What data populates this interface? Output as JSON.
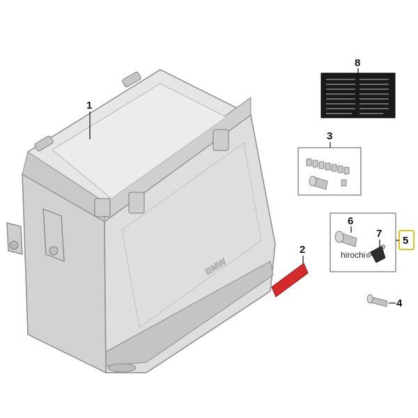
{
  "diagram": {
    "callouts": {
      "n1": "1",
      "n2": "2",
      "n3": "3",
      "n4": "4",
      "n5": "5",
      "n6": "6",
      "n7": "7",
      "n8": "8"
    },
    "watermark": "hirochi",
    "case_logo": "BMW",
    "colors": {
      "case_light": "#dcdcdc",
      "case_mid": "#c8c8c8",
      "case_dark": "#a9a9a9",
      "reflector_red": "#d42a2a",
      "label_black": "#1a1a1a",
      "highlight_box": "#e5c21a"
    }
  }
}
